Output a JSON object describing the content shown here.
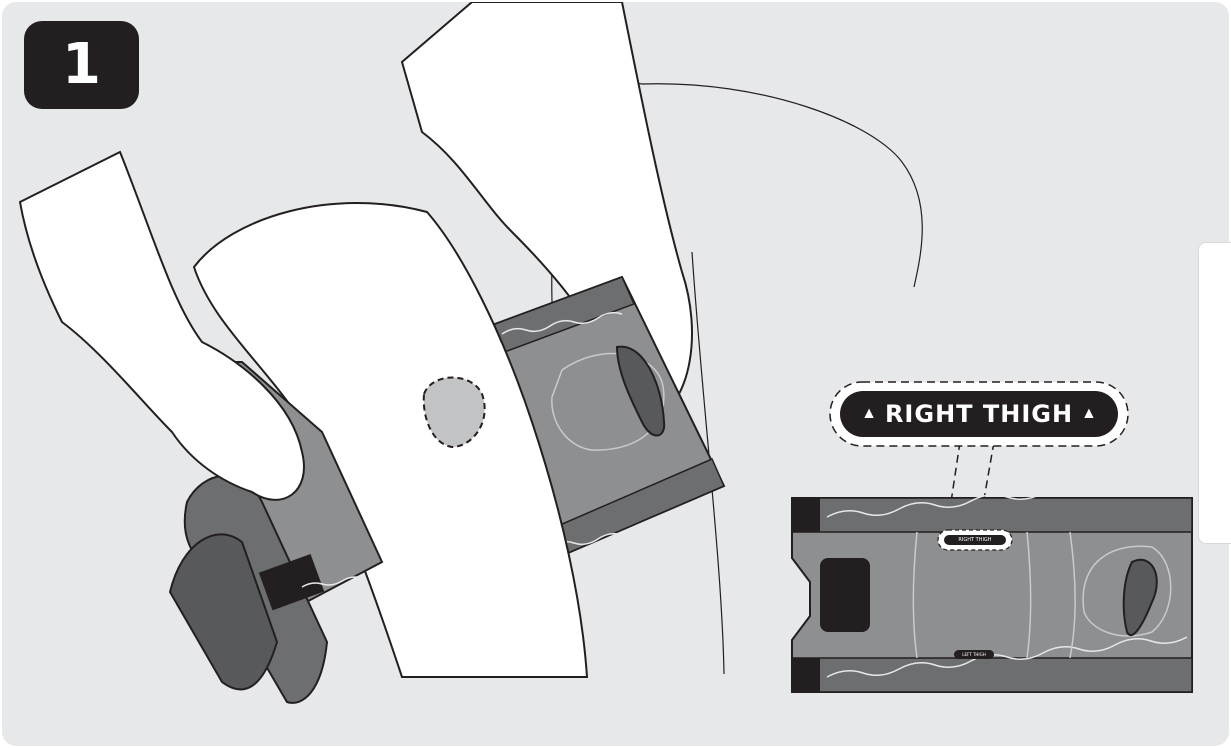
{
  "step": {
    "number": "1"
  },
  "label": {
    "text": "RIGHT THIGH",
    "arrow_left": "▲",
    "arrow_right": "▲"
  },
  "brace": {
    "small_label_top": "RIGHT THIGH",
    "small_label_bottom": "LEFT THIGH"
  },
  "colors": {
    "background": "#e7e8ea",
    "badge": "#231f20",
    "brace_gray": "#8e8f91",
    "brace_dark": "#58595b",
    "strap": "#231f20"
  }
}
